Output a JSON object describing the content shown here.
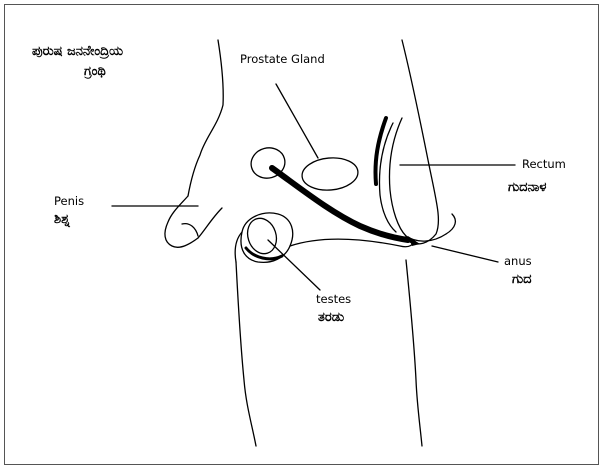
{
  "title": {
    "line1": "ಪುರುಷ ಜನನೇಂದ್ರಿಯ",
    "line2": "ಗ್ರಂಥಿ"
  },
  "labels": {
    "prostate": {
      "en": "Prostate Gland"
    },
    "rectum": {
      "en": "Rectum",
      "kn": "ಗುದನಾಳ"
    },
    "penis": {
      "en": "Penis",
      "kn": "ಶಿಶ್ನ"
    },
    "anus": {
      "en": "anus",
      "kn": "ಗುದ"
    },
    "testes": {
      "en": "testes",
      "kn": "ತರಡು"
    }
  },
  "colors": {
    "ink": "#000000",
    "frame": "#555555",
    "background": "#ffffff"
  }
}
